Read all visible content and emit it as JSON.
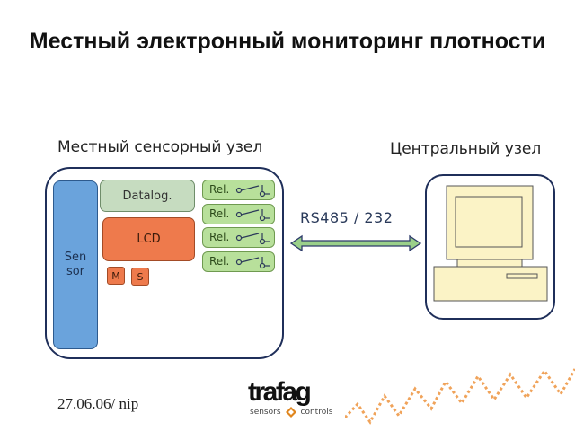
{
  "title": "Местный электронный мониторинг плотности",
  "local_node": {
    "label": "Местный сенсорный узел",
    "sensor_label": "Sen sor",
    "datalog_label": "Datalog.",
    "lcd_label": "LCD",
    "m_label": "M",
    "s_label": "S",
    "relays": [
      "Rel.",
      "Rel.",
      "Rel.",
      "Rel."
    ]
  },
  "central_node": {
    "label": "Центральный узел"
  },
  "link_label": "RS485 / 232",
  "footer": {
    "date": "27.06.06/ nip",
    "brand": "trafag",
    "tagline_left": "sensors",
    "tagline_right": "controls"
  },
  "colors": {
    "outline": "#1f2f5a",
    "sensor": "#6aa3dc",
    "datalog": "#c6dcc0",
    "lcd": "#ee7a4c",
    "relay": "#b8e09b",
    "arrow": "#9ad08a",
    "zigzag": "#f0a35a"
  },
  "icons": [
    "relay-switch-icon",
    "computer-icon",
    "double-arrow-icon",
    "trafag-diamond-icon",
    "zigzag-decoration"
  ]
}
